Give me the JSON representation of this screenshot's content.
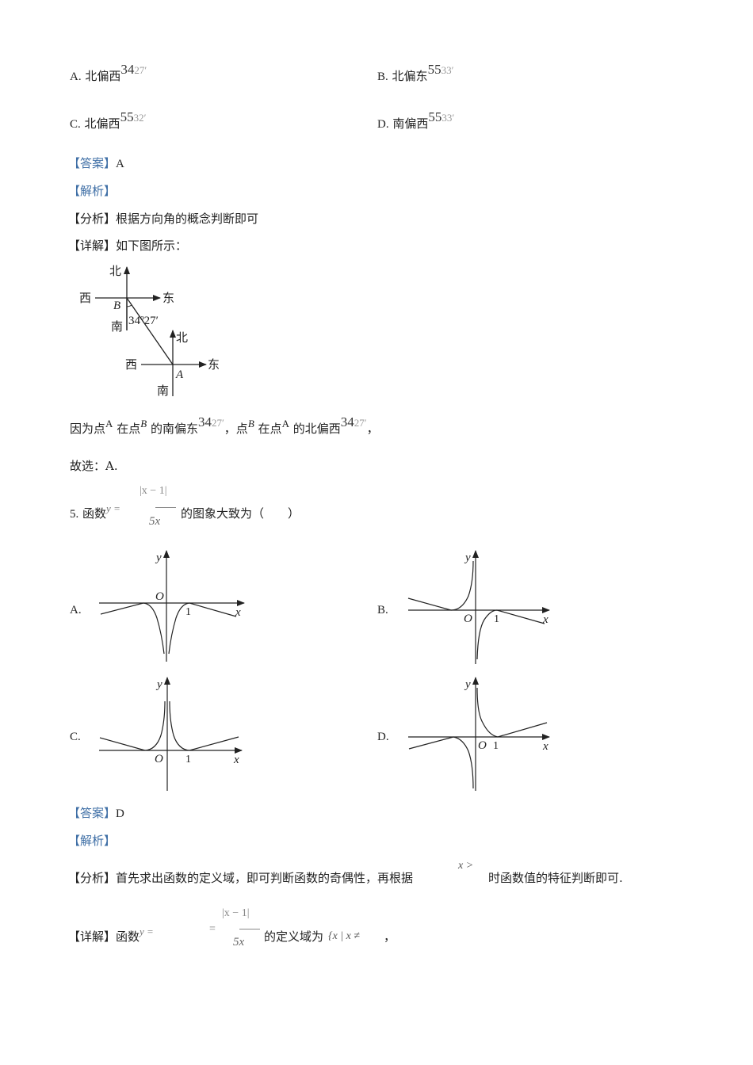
{
  "q4_options": [
    {
      "letter": "A.",
      "text": "北偏西",
      "angle_deg": "34",
      "angle_rest": "27′"
    },
    {
      "letter": "B.",
      "text": "北偏东",
      "angle_deg": "55",
      "angle_rest": "33′"
    },
    {
      "letter": "C.",
      "text": "北偏西",
      "angle_deg": "55",
      "angle_rest": "32′"
    },
    {
      "letter": "D.",
      "text": "南偏西",
      "angle_deg": "55",
      "angle_rest": "33′"
    }
  ],
  "q4_answer": {
    "label": "【答案】",
    "value": "A"
  },
  "q4_analysis_label": "【解析】",
  "q4_fenxi": {
    "label": "【分析】",
    "text": "根据方向角的概念判断即可"
  },
  "q4_xiangjie": {
    "label": "【详解】",
    "text": "如下图所示："
  },
  "compass_diagram": {
    "north": "北",
    "south": "南",
    "east": "东",
    "west": "西",
    "point_b": "B",
    "point_a": "A",
    "angle_label": "34º27′"
  },
  "q4_reason": {
    "p1": "因为点",
    "a": "A",
    "p2": "在点",
    "b": "B",
    "p3": "的南偏东",
    "deg": "34",
    "rest": "27′",
    "p4": "，点",
    "b2": "B",
    "p5": "在点",
    "a2": "A",
    "p6": "的北偏西",
    "deg2": "34",
    "rest2": "27′",
    "p7": "，"
  },
  "q4_conclusion": "故选：A.",
  "q5": {
    "number": "5.",
    "prefix": "函数",
    "formula_lhs": "y =",
    "formula_num": "|x − 1|",
    "formula_den": "5x",
    "suffix": "的图象大致为（　　）"
  },
  "q5_options": [
    {
      "letter": "A.",
      "y_label": "y",
      "x_label": "x",
      "origin_label": "O",
      "one_label": "1"
    },
    {
      "letter": "B.",
      "y_label": "y",
      "x_label": "x",
      "origin_label": "O",
      "one_label": "1"
    },
    {
      "letter": "C.",
      "y_label": "y",
      "x_label": "x",
      "origin_label": "O",
      "one_label": "1"
    },
    {
      "letter": "D.",
      "y_label": "y",
      "x_label": "x",
      "origin_label": "O",
      "one_label": "1"
    }
  ],
  "q5_answer": {
    "label": "【答案】",
    "value": "D"
  },
  "q5_analysis_label": "【解析】",
  "q5_fenxi": {
    "label": "【分析】",
    "text1": "首先求出函数的定义域，即可判断函数的奇偶性，再根据",
    "cond": "x >",
    "text2": "时函数值的特征判断即可."
  },
  "q5_xiangjie": {
    "label": "【详解】",
    "prefix": "函数",
    "lhs": "y =",
    "eq": "=",
    "num": "|x − 1|",
    "den": "5x",
    "text": "的定义域为",
    "domain": "{x | x ≠",
    "tail": "，"
  },
  "colors": {
    "label_blue": "#3f6fa6",
    "text": "#222222"
  }
}
